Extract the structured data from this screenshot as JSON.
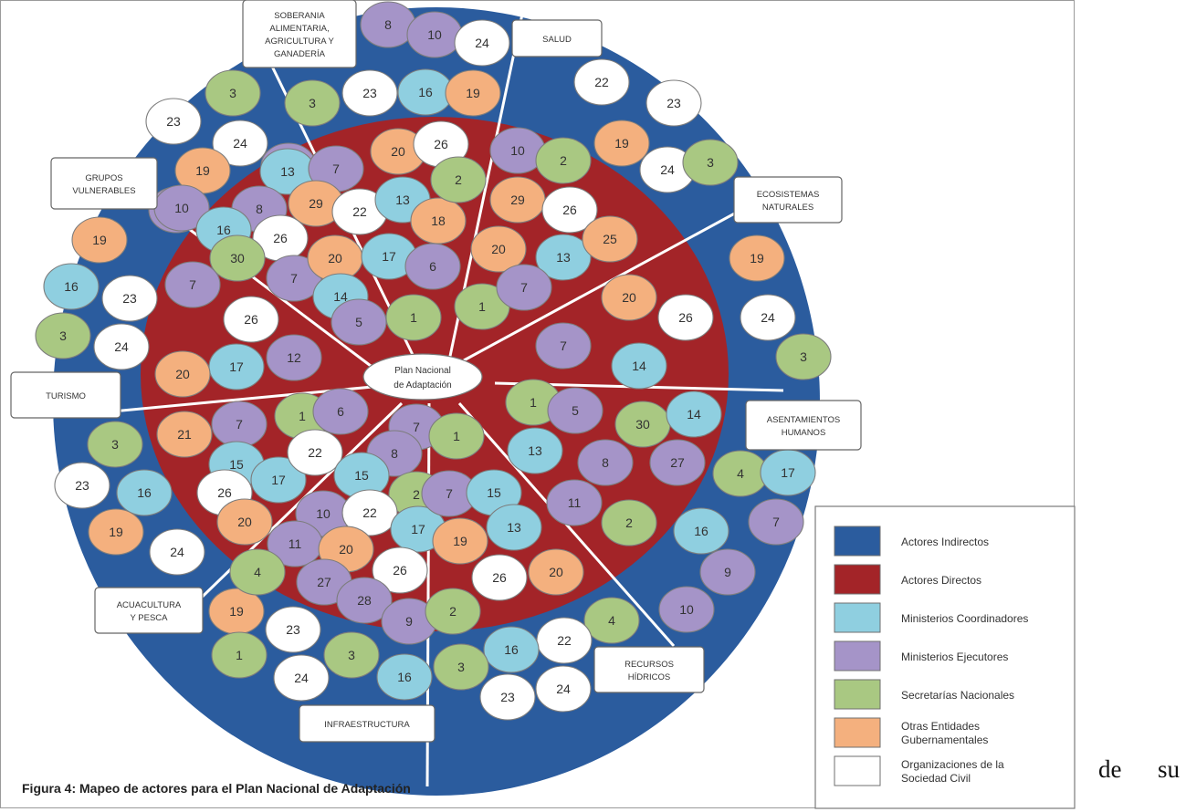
{
  "diagram": {
    "center_label": [
      "Plan Nacional",
      "de Adaptación"
    ],
    "sectors": [
      {
        "id": "soberania",
        "label": [
          "SOBERANIA",
          "ALIMENTARIA,",
          "AGRICULTURA Y",
          "GANADERÍA"
        ]
      },
      {
        "id": "salud",
        "label": [
          "SALUD"
        ]
      },
      {
        "id": "ecosistemas",
        "label": [
          "ECOSISTEMAS",
          "NATURALES"
        ]
      },
      {
        "id": "asentamientos",
        "label": [
          "ASENTAMIENTOS",
          "HUMANOS"
        ]
      },
      {
        "id": "recursos",
        "label": [
          "RECURSOS",
          "HÍDRICOS"
        ]
      },
      {
        "id": "infraestructura",
        "label": [
          "INFRAESTRUCTURA"
        ]
      },
      {
        "id": "acuacultura",
        "label": [
          "ACUACULTURA",
          "Y PESCA"
        ]
      },
      {
        "id": "turismo",
        "label": [
          "TURISMO"
        ]
      },
      {
        "id": "grupos",
        "label": [
          "GRUPOS",
          "VULNERABLES"
        ]
      }
    ],
    "actors": [
      {
        "n": "8",
        "type": "ejecutores"
      },
      {
        "n": "10",
        "type": "ejecutores"
      },
      {
        "n": "24",
        "type": "sociedad"
      },
      {
        "n": "3",
        "type": "secretarias"
      },
      {
        "n": "23",
        "type": "sociedad"
      },
      {
        "n": "16",
        "type": "coordinadores"
      },
      {
        "n": "19",
        "type": "otras"
      },
      {
        "n": "22",
        "type": "sociedad"
      },
      {
        "n": "23",
        "type": "sociedad"
      },
      {
        "n": "19",
        "type": "otras"
      },
      {
        "n": "24",
        "type": "sociedad"
      },
      {
        "n": "3",
        "type": "secretarias"
      },
      {
        "n": "3",
        "type": "secretarias"
      },
      {
        "n": "23",
        "type": "sociedad"
      },
      {
        "n": "24",
        "type": "sociedad"
      },
      {
        "n": "19",
        "type": "otras"
      },
      {
        "n": "10",
        "type": "ejecutores"
      },
      {
        "n": "19",
        "type": "otras"
      },
      {
        "n": "24",
        "type": "sociedad"
      },
      {
        "n": "3",
        "type": "secretarias"
      },
      {
        "n": "19",
        "type": "otras"
      },
      {
        "n": "16",
        "type": "coordinadores"
      },
      {
        "n": "23",
        "type": "sociedad"
      },
      {
        "n": "3",
        "type": "secretarias"
      },
      {
        "n": "24",
        "type": "sociedad"
      },
      {
        "n": "3",
        "type": "secretarias"
      },
      {
        "n": "23",
        "type": "sociedad"
      },
      {
        "n": "16",
        "type": "coordinadores"
      },
      {
        "n": "19",
        "type": "otras"
      },
      {
        "n": "24",
        "type": "sociedad"
      },
      {
        "n": "4",
        "type": "secretarias"
      },
      {
        "n": "17",
        "type": "coordinadores"
      },
      {
        "n": "16",
        "type": "coordinadores"
      },
      {
        "n": "7",
        "type": "ejecutores"
      },
      {
        "n": "9",
        "type": "ejecutores"
      },
      {
        "n": "10",
        "type": "ejecutores"
      },
      {
        "n": "4",
        "type": "secretarias"
      },
      {
        "n": "22",
        "type": "sociedad"
      },
      {
        "n": "16",
        "type": "coordinadores"
      },
      {
        "n": "3",
        "type": "secretarias"
      },
      {
        "n": "23",
        "type": "sociedad"
      },
      {
        "n": "24",
        "type": "sociedad"
      },
      {
        "n": "19",
        "type": "otras"
      },
      {
        "n": "23",
        "type": "sociedad"
      },
      {
        "n": "1",
        "type": "secretarias"
      },
      {
        "n": "24",
        "type": "sociedad"
      },
      {
        "n": "3",
        "type": "secretarias"
      },
      {
        "n": "16",
        "type": "coordinadores"
      },
      {
        "n": "7",
        "type": "ejecutores"
      },
      {
        "n": "20",
        "type": "otras"
      },
      {
        "n": "26",
        "type": "sociedad"
      },
      {
        "n": "13",
        "type": "coordinadores"
      },
      {
        "n": "8",
        "type": "ejecutores"
      },
      {
        "n": "7",
        "type": "ejecutores"
      },
      {
        "n": "29",
        "type": "otras"
      },
      {
        "n": "22",
        "type": "sociedad"
      },
      {
        "n": "13",
        "type": "coordinadores"
      },
      {
        "n": "18",
        "type": "otras"
      },
      {
        "n": "2",
        "type": "secretarias"
      },
      {
        "n": "10",
        "type": "ejecutores"
      },
      {
        "n": "16",
        "type": "coordinadores"
      },
      {
        "n": "26",
        "type": "sociedad"
      },
      {
        "n": "30",
        "type": "secretarias"
      },
      {
        "n": "7",
        "type": "ejecutores"
      },
      {
        "n": "20",
        "type": "otras"
      },
      {
        "n": "17",
        "type": "coordinadores"
      },
      {
        "n": "6",
        "type": "ejecutores"
      },
      {
        "n": "14",
        "type": "coordinadores"
      },
      {
        "n": "5",
        "type": "ejecutores"
      },
      {
        "n": "1",
        "type": "secretarias"
      },
      {
        "n": "10",
        "type": "ejecutores"
      },
      {
        "n": "2",
        "type": "secretarias"
      },
      {
        "n": "29",
        "type": "otras"
      },
      {
        "n": "26",
        "type": "sociedad"
      },
      {
        "n": "20",
        "type": "otras"
      },
      {
        "n": "13",
        "type": "coordinadores"
      },
      {
        "n": "25",
        "type": "otras"
      },
      {
        "n": "1",
        "type": "secretarias"
      },
      {
        "n": "7",
        "type": "ejecutores"
      },
      {
        "n": "20",
        "type": "otras"
      },
      {
        "n": "26",
        "type": "sociedad"
      },
      {
        "n": "7",
        "type": "ejecutores"
      },
      {
        "n": "14",
        "type": "coordinadores"
      },
      {
        "n": "7",
        "type": "ejecutores"
      },
      {
        "n": "26",
        "type": "sociedad"
      },
      {
        "n": "17",
        "type": "coordinadores"
      },
      {
        "n": "12",
        "type": "ejecutores"
      },
      {
        "n": "20",
        "type": "otras"
      },
      {
        "n": "1",
        "type": "secretarias"
      },
      {
        "n": "5",
        "type": "ejecutores"
      },
      {
        "n": "30",
        "type": "secretarias"
      },
      {
        "n": "14",
        "type": "coordinadores"
      },
      {
        "n": "13",
        "type": "coordinadores"
      },
      {
        "n": "8",
        "type": "ejecutores"
      },
      {
        "n": "27",
        "type": "ejecutores"
      },
      {
        "n": "11",
        "type": "ejecutores"
      },
      {
        "n": "2",
        "type": "secretarias"
      },
      {
        "n": "21",
        "type": "otras"
      },
      {
        "n": "7",
        "type": "ejecutores"
      },
      {
        "n": "1",
        "type": "secretarias"
      },
      {
        "n": "6",
        "type": "ejecutores"
      },
      {
        "n": "15",
        "type": "coordinadores"
      },
      {
        "n": "17",
        "type": "coordinadores"
      },
      {
        "n": "22",
        "type": "sociedad"
      },
      {
        "n": "26",
        "type": "sociedad"
      },
      {
        "n": "20",
        "type": "otras"
      },
      {
        "n": "7",
        "type": "ejecutores"
      },
      {
        "n": "1",
        "type": "secretarias"
      },
      {
        "n": "8",
        "type": "ejecutores"
      },
      {
        "n": "15",
        "type": "coordinadores"
      },
      {
        "n": "2",
        "type": "secretarias"
      },
      {
        "n": "10",
        "type": "ejecutores"
      },
      {
        "n": "22",
        "type": "sociedad"
      },
      {
        "n": "17",
        "type": "coordinadores"
      },
      {
        "n": "11",
        "type": "ejecutores"
      },
      {
        "n": "20",
        "type": "otras"
      },
      {
        "n": "26",
        "type": "sociedad"
      },
      {
        "n": "4",
        "type": "secretarias"
      },
      {
        "n": "27",
        "type": "ejecutores"
      },
      {
        "n": "28",
        "type": "ejecutores"
      },
      {
        "n": "9",
        "type": "ejecutores"
      },
      {
        "n": "2",
        "type": "secretarias"
      },
      {
        "n": "7",
        "type": "ejecutores"
      },
      {
        "n": "15",
        "type": "coordinadores"
      },
      {
        "n": "13",
        "type": "coordinadores"
      },
      {
        "n": "19",
        "type": "otras"
      },
      {
        "n": "26",
        "type": "sociedad"
      },
      {
        "n": "20",
        "type": "otras"
      }
    ]
  },
  "legend": {
    "items": [
      {
        "label": "Actores Indirectos",
        "type": "indirectos"
      },
      {
        "label": "Actores Directos",
        "type": "directos"
      },
      {
        "label": "Ministerios Coordinadores",
        "type": "coordinadores"
      },
      {
        "label": "Ministerios Ejecutores",
        "type": "ejecutores"
      },
      {
        "label": "Secretarías Nacionales",
        "type": "secretarias"
      },
      {
        "label": "Otras Entidades Gubernamentales",
        "type": "otras"
      },
      {
        "label": "Organizaciones de la Sociedad Civil",
        "type": "sociedad"
      }
    ]
  },
  "colors": {
    "indirectos": "#2b5c9e",
    "directos": "#a32428",
    "coordinadores": "#8fcfe0",
    "ejecutores": "#a594c8",
    "secretarias": "#a9c882",
    "otras": "#f4b07e",
    "sociedad": "#ffffff"
  },
  "caption": "Figura 4: Mapeo de actores  para el Plan Nacional de Adaptación",
  "side_text": [
    "de",
    "su"
  ]
}
